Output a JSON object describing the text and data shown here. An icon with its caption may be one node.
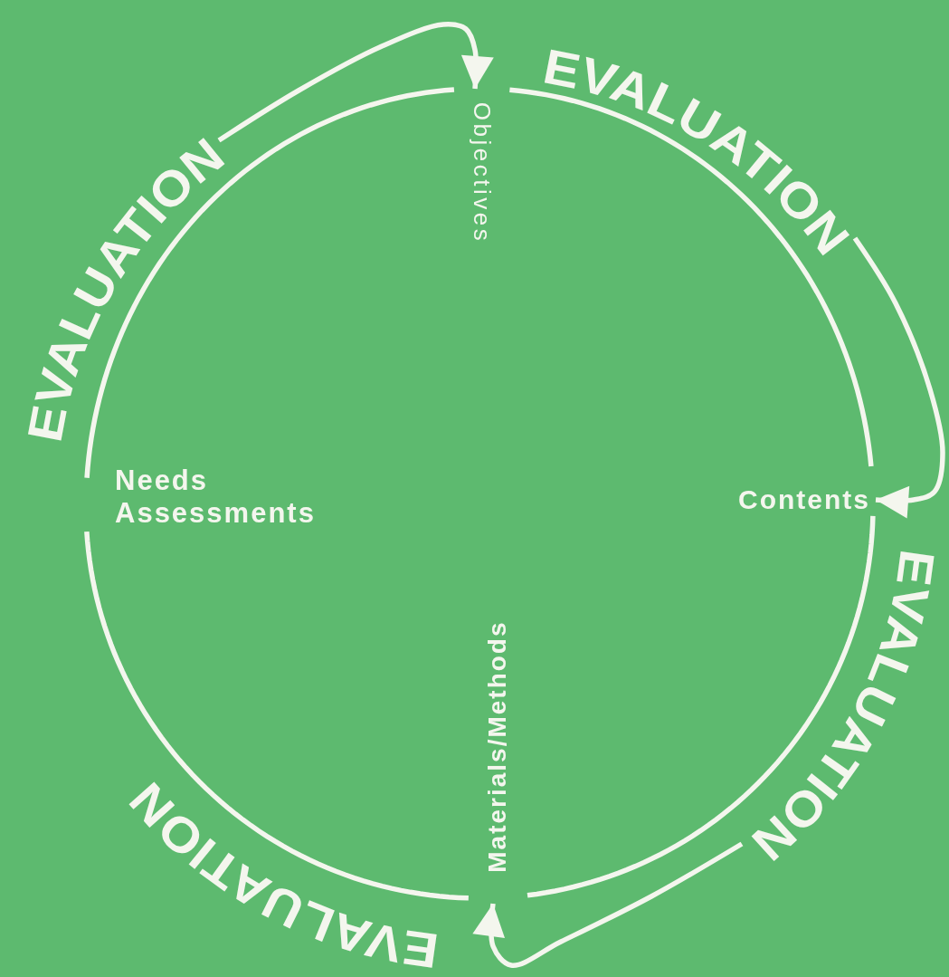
{
  "diagram": {
    "nodes": [
      {
        "text": [
          "Objectives"
        ]
      },
      {
        "text": [
          "Contents"
        ]
      },
      {
        "text": [
          "Materials/Methods"
        ]
      },
      {
        "text": [
          "Needs Assessments"
        ]
      },
      {
        "text": [
          "EVALUATION"
        ]
      },
      {
        "text": [
          "EVALUATION"
        ]
      },
      {
        "text": [
          "EVALUATION"
        ]
      }
    ],
    "edges": [
      {
        "from": 0,
        "to": 1,
        "arrow": "none"
      },
      {
        "from": 1,
        "to": 2,
        "arrow": "none"
      },
      {
        "from": 2,
        "to": 3,
        "arrow": "none"
      },
      {
        "from": 3,
        "to": 0,
        "arrow": "none"
      },
      {
        "from": 4,
        "to": 0,
        "arrow": "to"
      },
      {
        "from": 5,
        "to": 1,
        "arrow": "to"
      },
      {
        "from": 6,
        "to": 2,
        "arrow": "to"
      }
    ],
    "labels": [
      "EVALUATION"
    ]
  }
}
